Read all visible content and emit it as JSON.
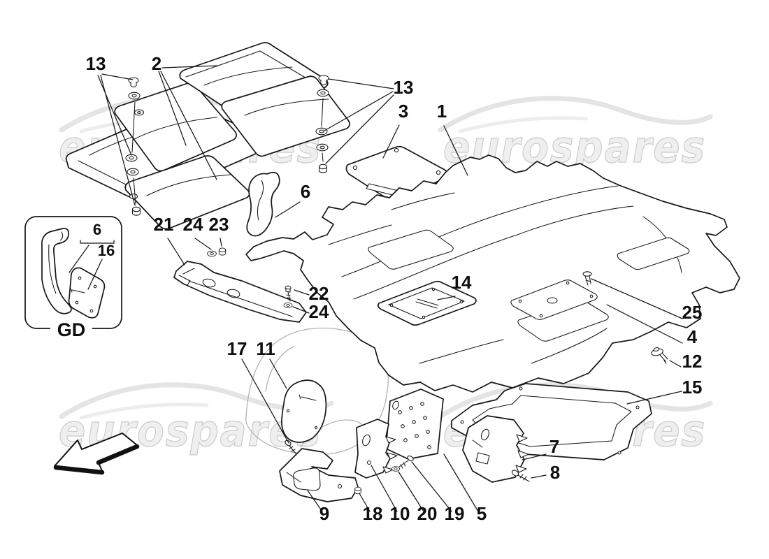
{
  "diagram": {
    "type": "exploded-parts-diagram",
    "inset_label": "GD"
  },
  "watermark": {
    "brand": "eurospares",
    "color": "#e8e8e8"
  },
  "callouts": {
    "n13_left": "13",
    "n2": "2",
    "n13_right": "13",
    "n3": "3",
    "n1": "1",
    "n6": "6",
    "n6_inset": "6",
    "n16": "16",
    "n21": "21",
    "n24_a": "24",
    "n23": "23",
    "n22": "22",
    "n24_b": "24",
    "n14": "14",
    "n25": "25",
    "n4": "4",
    "n12": "12",
    "n15": "15",
    "n17": "17",
    "n11": "11",
    "n7": "7",
    "n8": "8",
    "n9": "9",
    "n18": "18",
    "n10": "10",
    "n20": "20",
    "n19": "19",
    "n5": "5"
  }
}
